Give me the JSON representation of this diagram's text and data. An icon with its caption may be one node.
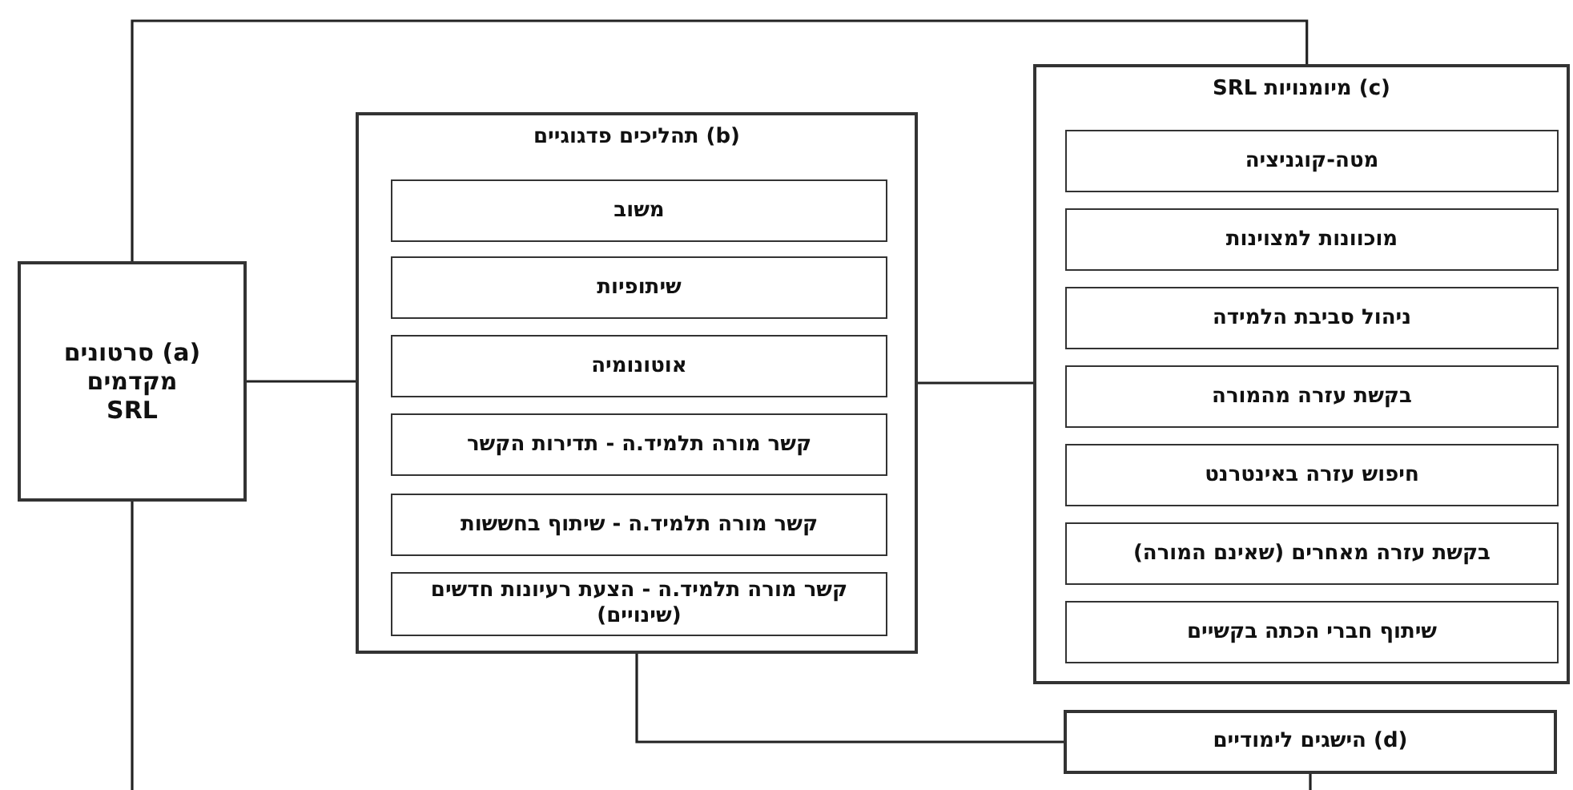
{
  "diagram": {
    "nodes": [
      {
        "text": [
          "(a) סרטונים מקדמים SRL"
        ]
      },
      {
        "text": [
          "(b) תהליכים פדגוגיים"
        ]
      },
      {
        "text": [
          "משוב"
        ],
        "in": 1
      },
      {
        "text": [
          "שיתופיות"
        ],
        "in": 1
      },
      {
        "text": [
          "אוטונומיה"
        ],
        "in": 1
      },
      {
        "text": [
          "קשר מורה תלמיד.ה - תדירות הקשר"
        ],
        "in": 1
      },
      {
        "text": [
          "קשר מורה תלמיד.ה - שיתוף בחששות"
        ],
        "in": 1
      },
      {
        "text": [
          "קשר מורה תלמיד.ה - הצעת רעיונות חדשים (שינויים)"
        ],
        "in": 1
      },
      {
        "text": [
          "(c) מיומנויות SRL"
        ]
      },
      {
        "text": [
          "מטה-קוגניציה"
        ],
        "in": 8
      },
      {
        "text": [
          "מוכוונות למצוינות"
        ],
        "in": 8
      },
      {
        "text": [
          "ניהול סביבת הלמידה"
        ],
        "in": 8
      },
      {
        "text": [
          "בקשת עזרה מהמורה"
        ],
        "in": 8
      },
      {
        "text": [
          "חיפוש עזרה באינטרנט"
        ],
        "in": 8
      },
      {
        "text": [
          "בקשת עזרה מאחרים (שאינם המורה)"
        ],
        "in": 8
      },
      {
        "text": [
          "שיתוף חברי הכתה בקשיים"
        ],
        "in": 8
      },
      {
        "text": [
          "(d) הישגים לימודיים"
        ]
      }
    ],
    "edges": [
      {
        "from": 0,
        "to": 1,
        "arrow": "none"
      },
      {
        "from": 1,
        "to": 8,
        "arrow": "none"
      },
      {
        "from": 0,
        "to": 8,
        "arrow": "none"
      },
      {
        "from": 1,
        "to": 16,
        "arrow": "none"
      },
      {
        "from": 0,
        "to": 16,
        "arrow": "none"
      }
    ]
  }
}
